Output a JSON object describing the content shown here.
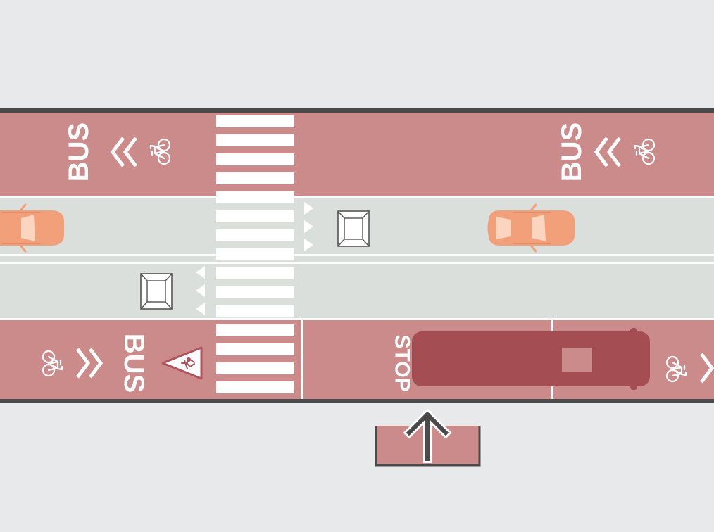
{
  "markings": {
    "bus_upper_left": "BUS",
    "bus_upper_right": "BUS",
    "bus_lower_left": "BUS",
    "stop": "STOP"
  },
  "icons": {
    "bicycle": "bicycle-icon",
    "chevrons_left": "double-chevron-left-icon",
    "chevrons_right": "double-chevron-right-icon",
    "pedestrian_warning": "pedestrian-warning-triangle-icon",
    "car": "car-icon",
    "bus": "bus-icon",
    "up_arrow": "up-arrow-icon",
    "traffic_box": "traffic-box-icon"
  },
  "colors": {
    "background": "#e8e9ea",
    "bus_lane": "#cc8b8b",
    "general_lane": "#dadfdb",
    "curb": "#4a4a4a",
    "car": "#f2a07a",
    "bus": "#a44e54",
    "marking": "#ffffff"
  }
}
